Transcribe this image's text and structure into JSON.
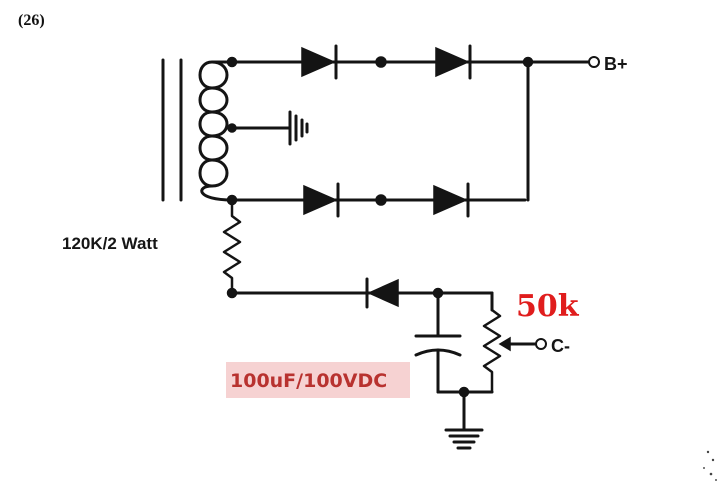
{
  "figure_number": "(26)",
  "labels": {
    "b_plus": "B+",
    "c_minus": "C-",
    "resistor": "120K/2 Watt",
    "pot_value": "50k",
    "capacitor": "100uF/100VDC"
  },
  "colors": {
    "ink": "#141414",
    "pot_value": "#e01d1d",
    "capacitor_label": "#b8322f",
    "capacitor_label_bg": "#f6d2d2"
  }
}
